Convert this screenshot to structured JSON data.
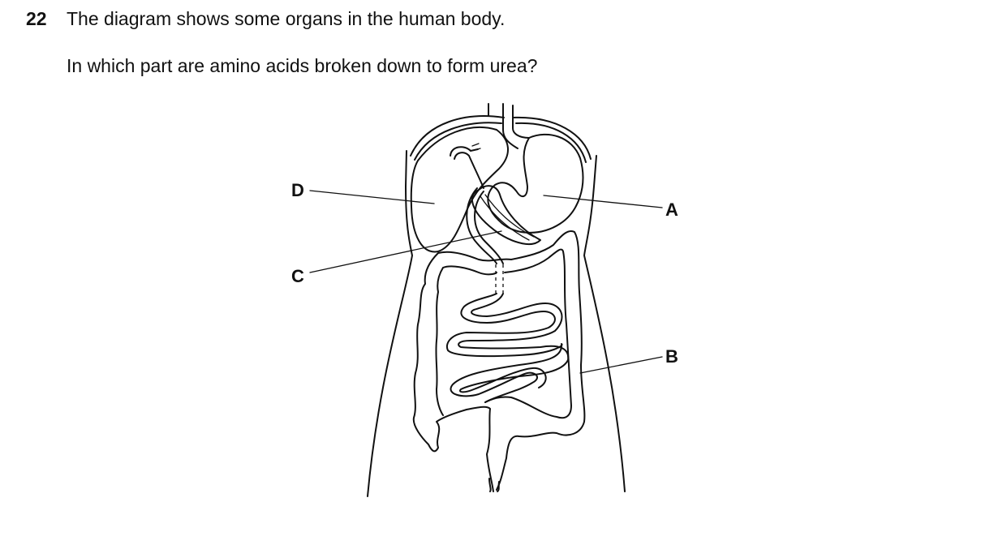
{
  "question": {
    "number": "22",
    "line1": "The diagram shows some organs in the human body.",
    "line2": "In which part are amino acids broken down to form urea?"
  },
  "diagram": {
    "labels": {
      "A": "A",
      "B": "B",
      "C": "C",
      "D": "D"
    }
  }
}
